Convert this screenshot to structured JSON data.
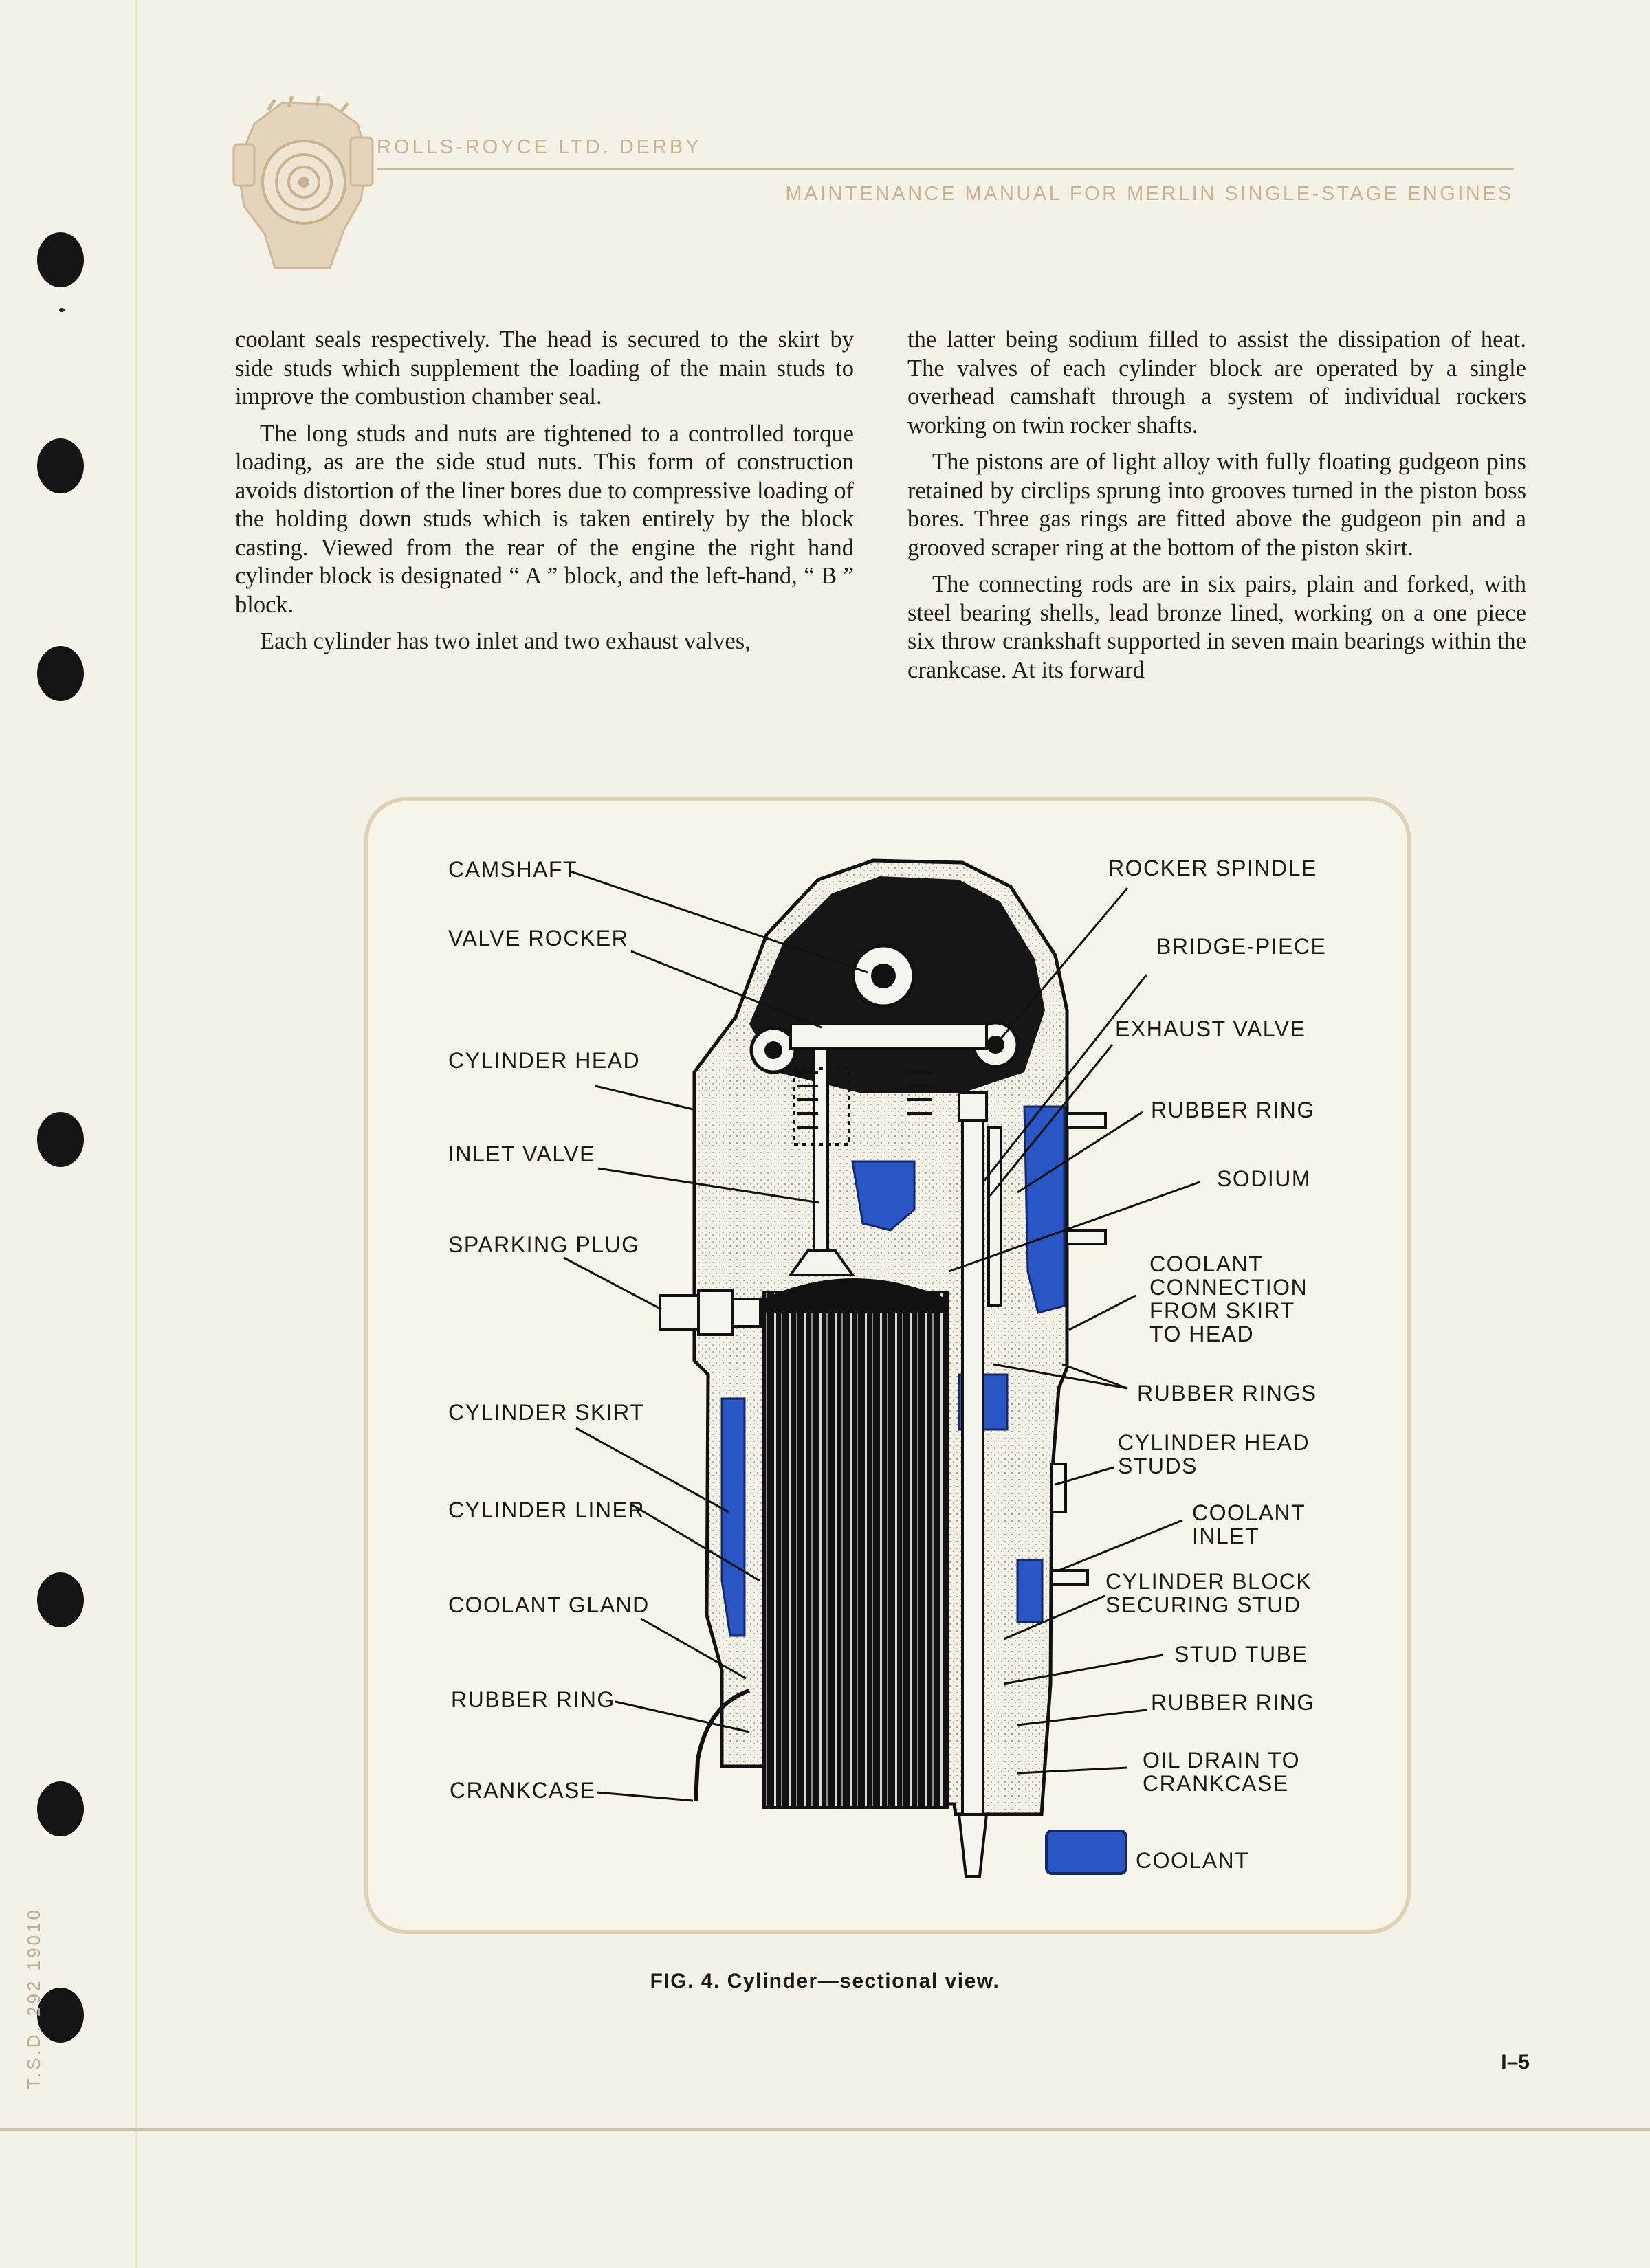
{
  "header": {
    "company": "ROLLS-ROYCE LTD. DERBY",
    "manual_title": "MAINTENANCE MANUAL FOR MERLIN SINGLE-STAGE ENGINES"
  },
  "body": {
    "left_column": [
      "coolant seals respectively. The head is secured to the skirt by side studs which supplement the loading of the main studs to improve the combustion chamber seal.",
      "The long studs and nuts are tightened to a controlled torque loading, as are the side stud nuts. This form of construction avoids distortion of the liner bores due to compressive loading of the holding down studs which is taken entirely by the block casting. Viewed from the rear of the engine the right hand cylinder block is designated “ A ” block, and the left-hand, “ B ” block.",
      "Each cylinder has two inlet and two exhaust valves,"
    ],
    "right_column": [
      "the latter being sodium filled to assist the dissipation of heat. The valves of each cylinder block are operated by a single overhead camshaft through a system of individual rockers working on twin rocker shafts.",
      "The pistons are of light alloy with fully floating gudgeon pins retained by circlips sprung into grooves turned in the piston boss bores. Three gas rings are fitted above the gudgeon pin and a grooved scraper ring at the bottom of the piston skirt.",
      "The connecting rods are in six pairs, plain and forked, with steel bearing shells, lead bronze lined, working on a one piece six throw crankshaft supported in seven main bearings within the crankcase. At its forward"
    ]
  },
  "figure": {
    "callouts_left": {
      "camshaft": "CAMSHAFT",
      "valve_rocker": "VALVE ROCKER",
      "cylinder_head": "CYLINDER HEAD",
      "inlet_valve": "INLET VALVE",
      "sparking_plug": "SPARKING PLUG",
      "cylinder_skirt": "CYLINDER SKIRT",
      "cylinder_liner": "CYLINDER LINER",
      "coolant_gland": "COOLANT GLAND",
      "rubber_ring": "RUBBER RING",
      "crankcase": "CRANKCASE"
    },
    "callouts_right": {
      "rocker_spindle": "ROCKER SPINDLE",
      "bridge_piece": "BRIDGE-PIECE",
      "exhaust_valve": "EXHAUST VALVE",
      "rubber_ring_top": "RUBBER RING",
      "sodium": "SODIUM",
      "coolant_connection": "COOLANT\nCONNECTION\nFROM SKIRT\nTO HEAD",
      "rubber_rings": "RUBBER RINGS",
      "cylinder_head_studs": "CYLINDER HEAD\nSTUDS",
      "coolant_inlet": "COOLANT\nINLET",
      "cylinder_block_securing_stud": "CYLINDER BLOCK\nSECURING STUD",
      "stud_tube": "STUD TUBE",
      "rubber_ring_bottom": "RUBBER RING",
      "oil_drain": "OIL DRAIN TO\nCRANKCASE"
    },
    "legend_label": "COOLANT",
    "caption": "FIG. 4. Cylinder—sectional view."
  },
  "footer": {
    "page_number": "I–5",
    "side_code": "T.S.D. 292 19010"
  },
  "colors": {
    "paper": "#f4f1e6",
    "header_tint": "#c7b394",
    "coolant_blue": "#2a55c4",
    "frame": "#ddd2b6"
  }
}
